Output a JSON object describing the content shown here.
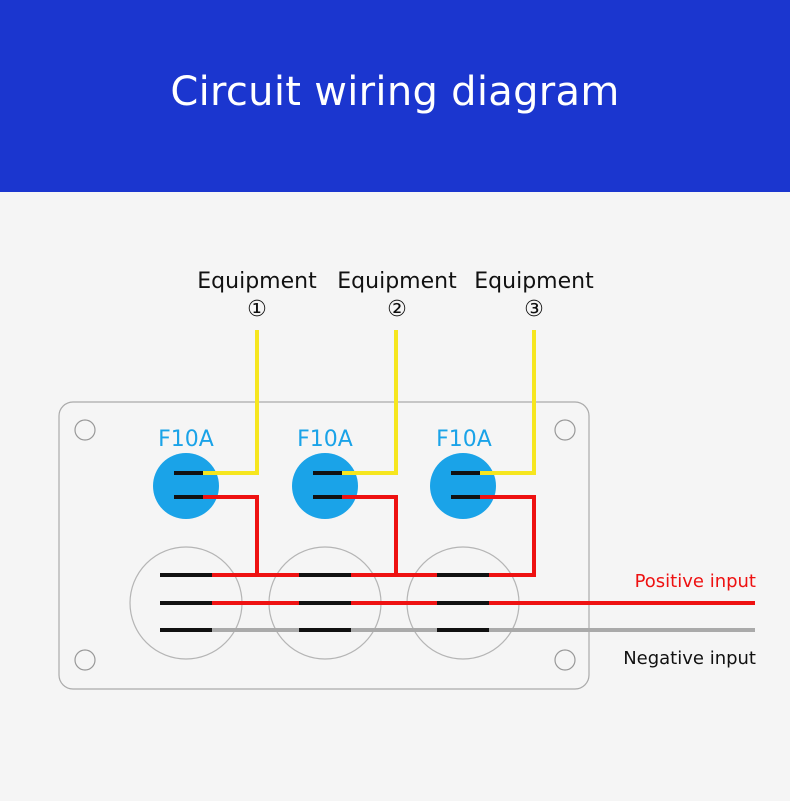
{
  "page": {
    "title": "Circuit wiring diagram"
  },
  "equipment": [
    {
      "label": "Equipment",
      "number": "①"
    },
    {
      "label": "Equipment",
      "number": "②"
    },
    {
      "label": "Equipment",
      "number": "③"
    }
  ],
  "fuses": [
    {
      "label": "F10A"
    },
    {
      "label": "F10A"
    },
    {
      "label": "F10A"
    }
  ],
  "inputs": {
    "positive": "Positive input",
    "negative": "Negative input"
  },
  "colors": {
    "header": "#1b36cf",
    "equipment_wire": "#f6e61e",
    "positive_wire": "#ee1111",
    "negative_wire": "#aaaaaa",
    "fuse": "#1aa3e8",
    "fuse_label": "#1aa3e8",
    "positive_label": "#ee1111"
  }
}
